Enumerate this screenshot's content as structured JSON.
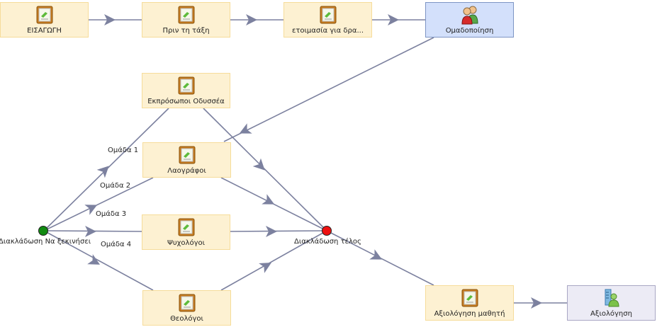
{
  "colors": {
    "edge": "#7c819f",
    "activity_fill": "#fdf1d2",
    "activity_border": "#f6dc9a",
    "group_fill": "#d3e0fb",
    "eval_fill": "#ecebf5",
    "start_gate": "#118a11",
    "end_gate": "#ee1111"
  },
  "nodes": {
    "intro": {
      "label": "ΕΙΣΑΓΩΓΗ",
      "icon": "notebook-icon"
    },
    "before_class": {
      "label": "Πριν τη τάξη",
      "icon": "notebook-icon"
    },
    "preparation": {
      "label": "ετοιμασία για δρα...",
      "icon": "notebook-icon"
    },
    "grouping": {
      "label": "Ομαδοποίηση",
      "icon": "group-people-icon"
    },
    "odysseus_reps": {
      "label": "Εκπρόσωποι Οδυσσέα",
      "icon": "notebook-icon"
    },
    "folklorists": {
      "label": "Λαογράφοι",
      "icon": "notebook-icon"
    },
    "psychologists": {
      "label": "Ψυχολόγοι",
      "icon": "notebook-icon"
    },
    "theologians": {
      "label": "Θεολόγοι",
      "icon": "notebook-icon"
    },
    "student_eval": {
      "label": "Αξιολόγηση μαθητή",
      "icon": "notebook-icon"
    },
    "evaluation": {
      "label": "Αξιολόγηση",
      "icon": "assessment-icon"
    }
  },
  "gates": {
    "branch_start": {
      "label": "Διακλάδωση Να ξεκινήσει"
    },
    "branch_end": {
      "label": "Διακλάδωση τέλος"
    }
  },
  "branch_labels": [
    "Ομάδα 1",
    "Ομάδα 2",
    "Ομάδα 3",
    "Ομάδα 4"
  ]
}
